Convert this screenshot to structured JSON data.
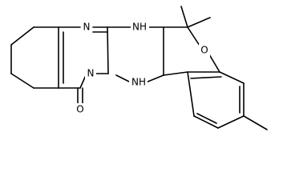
{
  "molecule": {
    "atom_labels": {
      "n_top_left": "N",
      "nh_top": "NH",
      "n_bottom_left": "N",
      "nh_bottom": "NH",
      "o_pyran": "O",
      "o_carbonyl": "O"
    }
  }
}
